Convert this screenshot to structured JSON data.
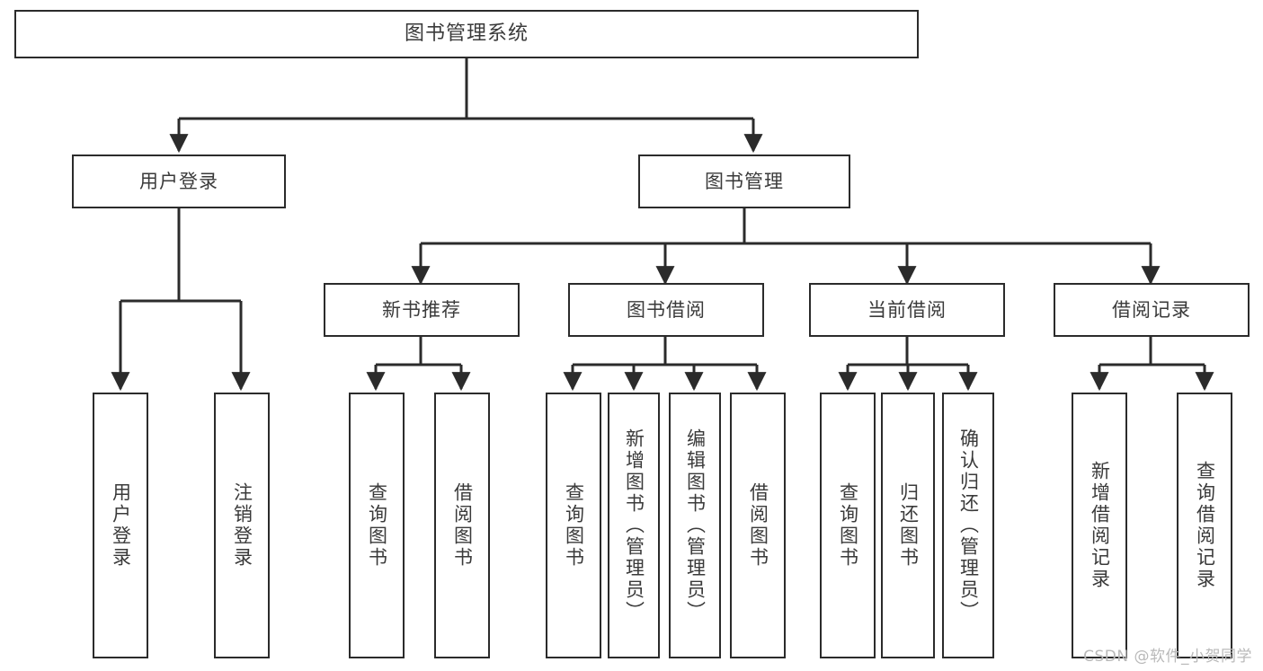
{
  "diagram": {
    "title": "图书管理系统",
    "type": "tree-hierarchy-diagram",
    "colors": {
      "box_border": "#2b2b2b",
      "box_fill": "#ffffff",
      "connector": "#2b2b2b",
      "text": "#3a3a3a",
      "watermark": "#b9b9b9",
      "background": "#ffffff"
    },
    "watermark": "CSDN @软件_小贺同学",
    "nodes": {
      "root": {
        "label": "图书管理系统"
      },
      "level1": [
        {
          "label": "用户登录"
        },
        {
          "label": "图书管理"
        }
      ],
      "level2": [
        {
          "label": "新书推荐"
        },
        {
          "label": "图书借阅"
        },
        {
          "label": "当前借阅"
        },
        {
          "label": "借阅记录"
        }
      ],
      "leaves": {
        "user_login": [
          {
            "label": "用户登录"
          },
          {
            "label": "注销登录"
          }
        ],
        "new_book": [
          {
            "label": "查询图书"
          },
          {
            "label": "借阅图书"
          }
        ],
        "book_borrow": [
          {
            "label": "查询图书"
          },
          {
            "label": "新增图书（管理员）"
          },
          {
            "label": "编辑图书（管理员）"
          },
          {
            "label": "借阅图书"
          }
        ],
        "current_borrow": [
          {
            "label": "查询图书"
          },
          {
            "label": "归还图书"
          },
          {
            "label": "确认归还（管理员）"
          }
        ],
        "borrow_record": [
          {
            "label": "新增借阅记录"
          },
          {
            "label": "查询借阅记录"
          }
        ]
      }
    }
  }
}
